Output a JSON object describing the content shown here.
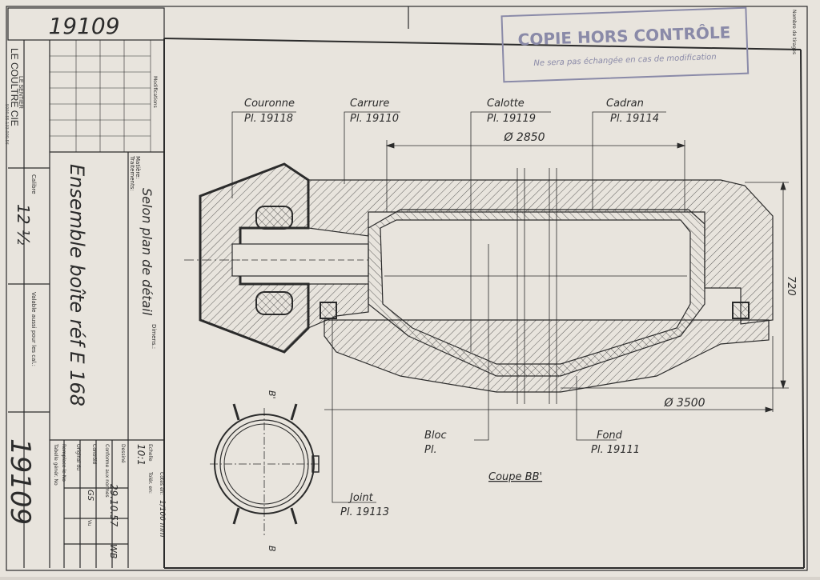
{
  "drawing_number_top": "19109",
  "drawing_number_side": "19109",
  "company": {
    "name": "LE COULTRE CIE",
    "location": "LE SENTIER",
    "form_code": "5000.55.133.000.56"
  },
  "title_block": {
    "calibre_label": "Calibre",
    "calibre_value": "12 ½",
    "valable_label": "Valable aussi pour les cal.:",
    "title": "Ensemble boîte réf E 168",
    "modifications_label": "Modifications",
    "matiere_label": "Matière:",
    "matiere_value": "Selon plan de détail",
    "traitements_label": "Traitements:",
    "dimens_label": "Dimens.:",
    "echelle_label": "Echelle",
    "echelle_value": "10:1",
    "cotes_label": "Cotes en:",
    "cotes_value": "1/100 mm",
    "toler_label": "Tolér. en:",
    "dessine_label": "Dessiné",
    "dessine_value": "29.10.57",
    "dessine_initials": "WB",
    "conforme_label": "Conforme aux normes",
    "controle_label": "Contrôlé",
    "controle_value": "GS",
    "vu_label": "Vu",
    "original_label": "Original du",
    "remplace_label": "Remplace le No",
    "tabelle_label": "Tabelle génér. No",
    "nombre_label": "Nombre de tirages"
  },
  "stamp": {
    "line1": "COPIE HORS CONTRÔLE",
    "line2": "Ne sera pas échangée en cas de modification"
  },
  "labels": {
    "couronne": "Couronne",
    "couronne_ref": "Pl. 19118",
    "carrure": "Carrure",
    "carrure_ref": "Pl. 19110",
    "calotte": "Calotte",
    "calotte_ref": "Pl. 19119",
    "cadran": "Cadran",
    "cadran_ref": "Pl. 19114",
    "bloc": "Bloc",
    "bloc_ref": "Pl.",
    "fond": "Fond",
    "fond_ref": "Pl. 19111",
    "joint": "Joint",
    "joint_ref": "Pl. 19113",
    "coupe": "Coupe BB'",
    "section_b": "B",
    "section_b2": "B'"
  },
  "dimensions": {
    "dia_cadran": "Ø 2850",
    "dia_case": "Ø 3500",
    "height": "720"
  },
  "colors": {
    "paper": "#e8e4dd",
    "ink": "#2b2b2b",
    "stamp": "#8a8aa8"
  }
}
